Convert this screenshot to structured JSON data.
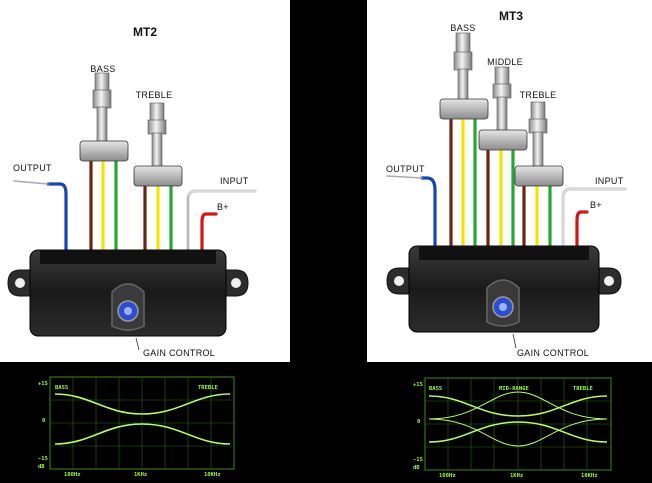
{
  "colors": {
    "wire_blue": "#1446b4",
    "wire_brown": "#6b2410",
    "wire_yellow": "#f2e600",
    "wire_green": "#25a830",
    "wire_white": "#d8d8d8",
    "wire_red": "#d01818",
    "box": "#1c1c1c",
    "scope_grid": "#3e8a1c",
    "scope_curve": "#b8ff6a"
  },
  "mt2": {
    "title": "MT2",
    "bass": "BASS",
    "treble": "TREBLE",
    "output": "OUTPUT",
    "input": "INPUT",
    "bplus": "B+",
    "gain": "GAIN CONTROL",
    "scope": {
      "bass": "BASS",
      "treble": "TREBLE",
      "plus": "+15",
      "zero": "0",
      "minus": "-15",
      "db": "dB",
      "f1": "100Hz",
      "f2": "1KHz",
      "f3": "10KHz"
    }
  },
  "mt3": {
    "title": "MT3",
    "bass": "BASS",
    "middle": "MIDDLE",
    "treble": "TREBLE",
    "output": "OUTPUT",
    "input": "INPUT",
    "bplus": "B+",
    "gain": "GAIN CONTROL",
    "scope": {
      "bass": "BASS",
      "mid": "MID-RANGE",
      "treble": "TREBLE",
      "plus": "+15",
      "zero": "0",
      "minus": "-15",
      "db": "dB",
      "f1": "100Hz",
      "f2": "1KHz",
      "f3": "10KHz"
    }
  }
}
